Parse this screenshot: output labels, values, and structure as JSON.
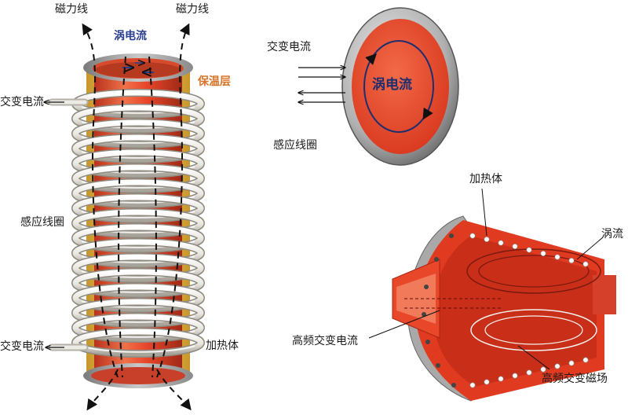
{
  "left_figure": {
    "flux_left": "磁力线",
    "flux_right": "磁力线",
    "eddy_current": "涡电流",
    "insulation": "保温层",
    "ac_top": "交变电流",
    "coil": "感应线圈",
    "ac_bottom": "交变电流",
    "heater": "加热体"
  },
  "top_right_figure": {
    "ac_current": "交变电流",
    "eddy_current": "涡电流",
    "coil": "感应线圈"
  },
  "bottom_right_figure": {
    "heater": "加热体",
    "eddy_current": "涡流",
    "hf_current": "高频交变电流",
    "hf_field": "高频交变磁场"
  },
  "colors": {
    "heater_red": "#e8452a",
    "coil_white": "#f4f2ee",
    "insulation_yellow": "#e8c14a",
    "ring_gray": "#b9b9b9",
    "text_blue": "#2a3f8f",
    "text_orange": "#d8742a"
  }
}
